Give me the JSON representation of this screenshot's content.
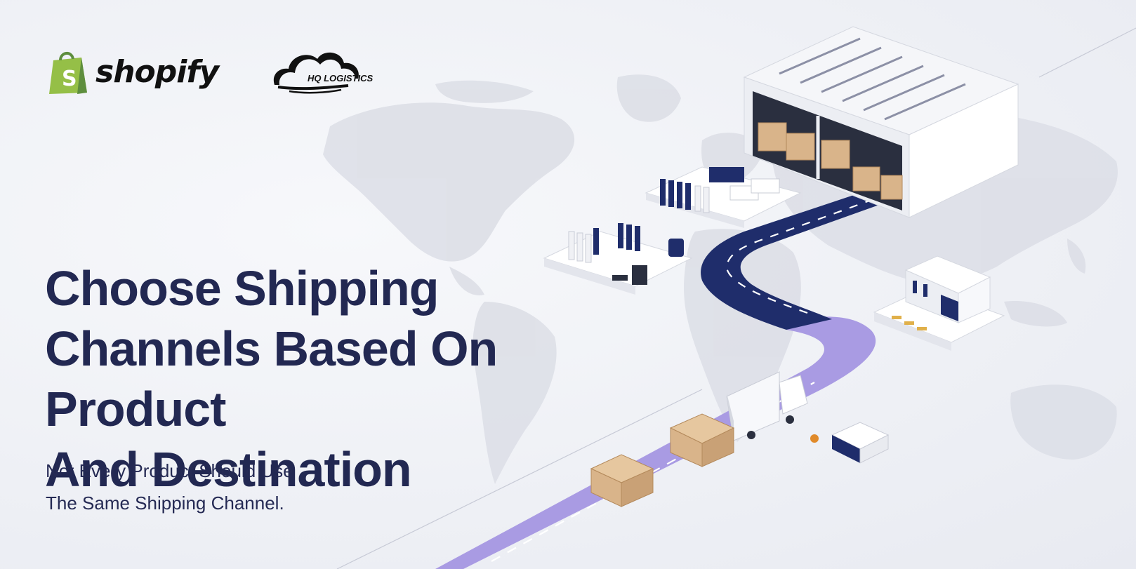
{
  "brand": {
    "shopify_logo_text": "shopify",
    "partner_logo_text": "HQ LOGISTICS"
  },
  "hero": {
    "headline_lines": [
      "Choose Shipping",
      "Channels Based On Product",
      "And Destination"
    ],
    "subheadline_lines": [
      "Not Every Product Should Use",
      "The Same Shipping Channel."
    ]
  },
  "colors": {
    "headline": "#222852",
    "shopify_green": "#95bf47",
    "road_navy": "#1f2d6b",
    "road_lavender": "#a99be3",
    "map_gray": "#dfe1e8",
    "cardboard": "#d9b48a"
  },
  "illustration": {
    "icons": [
      "shopify-bag-icon",
      "cloud-icon",
      "warehouse-icon",
      "truck-icon",
      "box-pallet-icon",
      "clothing-rack-icon",
      "office-building-icon",
      "world-map-icon"
    ]
  }
}
